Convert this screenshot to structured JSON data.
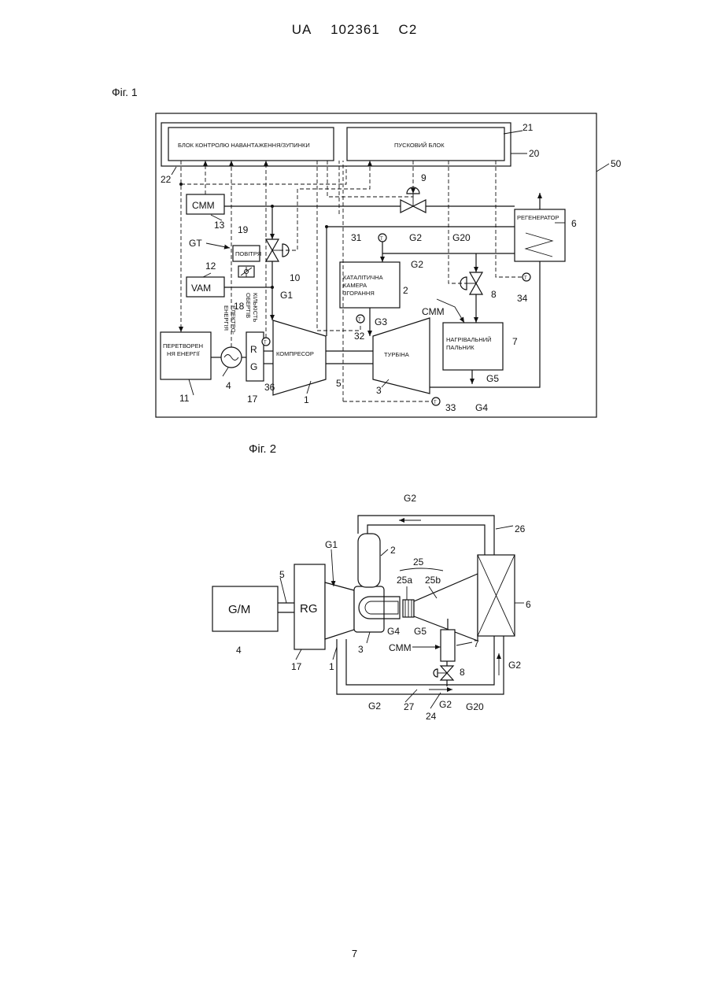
{
  "header": {
    "office": "UA",
    "number": "102361",
    "kind": "C2"
  },
  "page_number": "7",
  "fig1": {
    "caption": "Фіг. 1",
    "blocks": {
      "load_control": "БЛОК КОНТРОЛЮ НАВАНТАЖЕННЯ/ЗУПИНКИ",
      "start_unit": "ПУСКОВИЙ БЛОК",
      "cmm": "CMM",
      "vam": "VAM",
      "air": "ПОВІТРЯ",
      "power_conv_1": "ПЕРЕТВОРЕН",
      "power_conv_2": "НЯ ЕНЕРГІЇ",
      "rg_r": "R",
      "rg_g": "G",
      "compressor": "КОМПРЕСОР",
      "turbine": "ТУРБІНА",
      "catalytic_1": "КАТАЛІТИЧНА",
      "catalytic_2": "КАМЕРА",
      "catalytic_3": "ЗГОРАННЯ",
      "heater_1": "НАГРІВАЛЬНИЙ",
      "heater_2": "ПАЛЬНИК",
      "regenerator": "РЕГЕНЕРАТОР",
      "electro_1": "ЕЛЕКТРО-",
      "electro_2": "ЕНЕРГІЯ",
      "rpm_1": "КІЛЬКІСТЬ",
      "rpm_2": "ОБЕРТІВ",
      "cmm_line": "CMM"
    },
    "refs": {
      "r21": "21",
      "r20": "20",
      "r50": "50",
      "r22": "22",
      "r9": "9",
      "r6": "6",
      "r13": "13",
      "r19": "19",
      "gt": "GT",
      "r31": "31",
      "g2a": "G2",
      "g20": "G20",
      "g2b": "G2",
      "r12": "12",
      "r10": "10",
      "r2": "2",
      "r8": "8",
      "r34": "34",
      "r18": "18",
      "g1": "G1",
      "r32": "32",
      "g3": "G3",
      "r7": "7",
      "r11": "11",
      "r4": "4",
      "r17": "17",
      "r36": "36",
      "r1": "1",
      "r5": "5",
      "r3": "3",
      "g5": "G5",
      "r33": "33",
      "g4": "G4"
    }
  },
  "fig2": {
    "caption": "Фіг. 2",
    "blocks": {
      "gm": "G/M",
      "rg": "RG",
      "cmm": "CMM"
    },
    "refs": {
      "g2_top": "G2",
      "r26": "26",
      "r2": "2",
      "g1": "G1",
      "r25": "25",
      "r25a": "25a",
      "r25b": "25b",
      "r5": "5",
      "r6": "6",
      "g4": "G4",
      "g5": "G5",
      "r3": "3",
      "r7": "7",
      "r4": "4",
      "r17": "17",
      "r1": "1",
      "r8": "8",
      "g2_right": "G2",
      "g2_left": "G2",
      "r27": "27",
      "g2_mid": "G2",
      "g20": "G20",
      "r24": "24"
    }
  }
}
